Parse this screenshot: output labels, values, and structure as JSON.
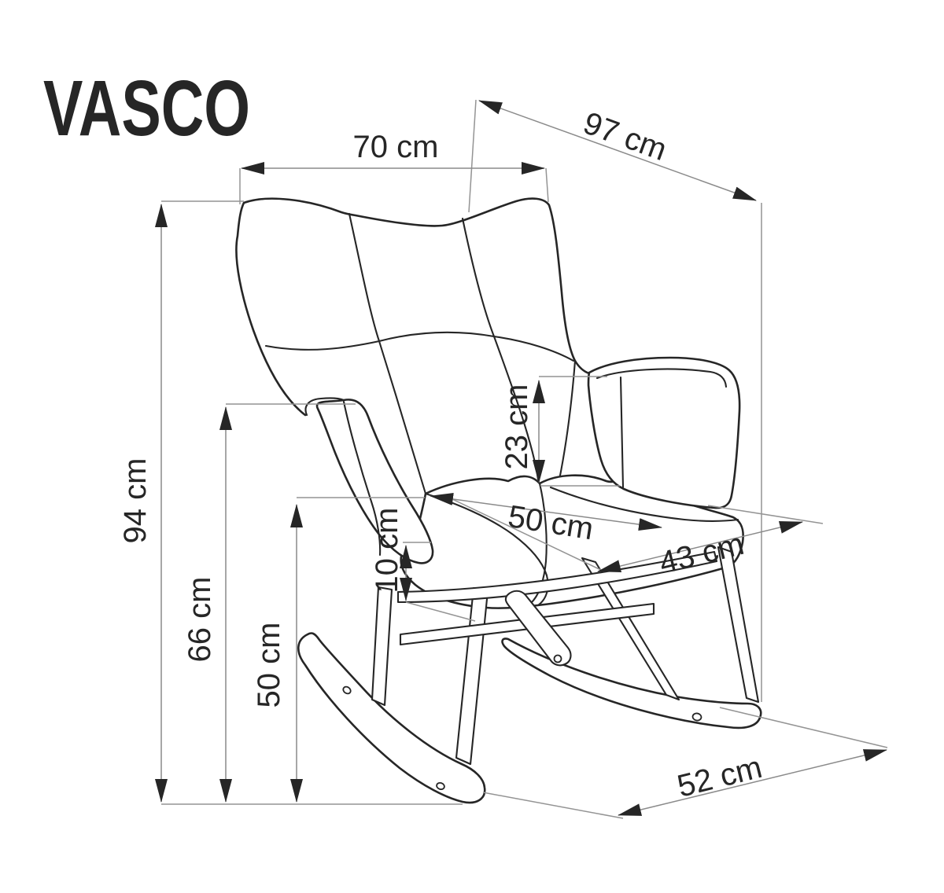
{
  "title": "VASCO",
  "product": "rocking chair dimension drawing",
  "unit": "cm",
  "dimensions": {
    "overall_width": "70 cm",
    "overall_depth": "97 cm",
    "overall_height": "94 cm",
    "wing_height": "66 cm",
    "seat_height": "50 cm",
    "cushion_thickness": "10 cm",
    "armrest_above_seat": "23 cm",
    "seat_width": "50 cm",
    "seat_depth": "43 cm",
    "base_span": "52 cm"
  }
}
